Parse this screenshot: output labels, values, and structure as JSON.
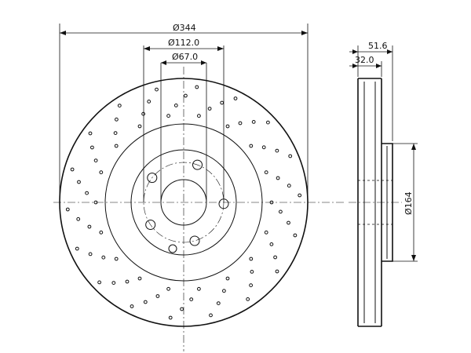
{
  "dimensions": {
    "outer_diameter": "Ø344",
    "bolt_circle_diameter": "Ø112.0",
    "center_bore_diameter": "Ø67.0",
    "total_height": "51.6",
    "disc_thickness": "32.0",
    "hat_diameter": "Ø164"
  }
}
